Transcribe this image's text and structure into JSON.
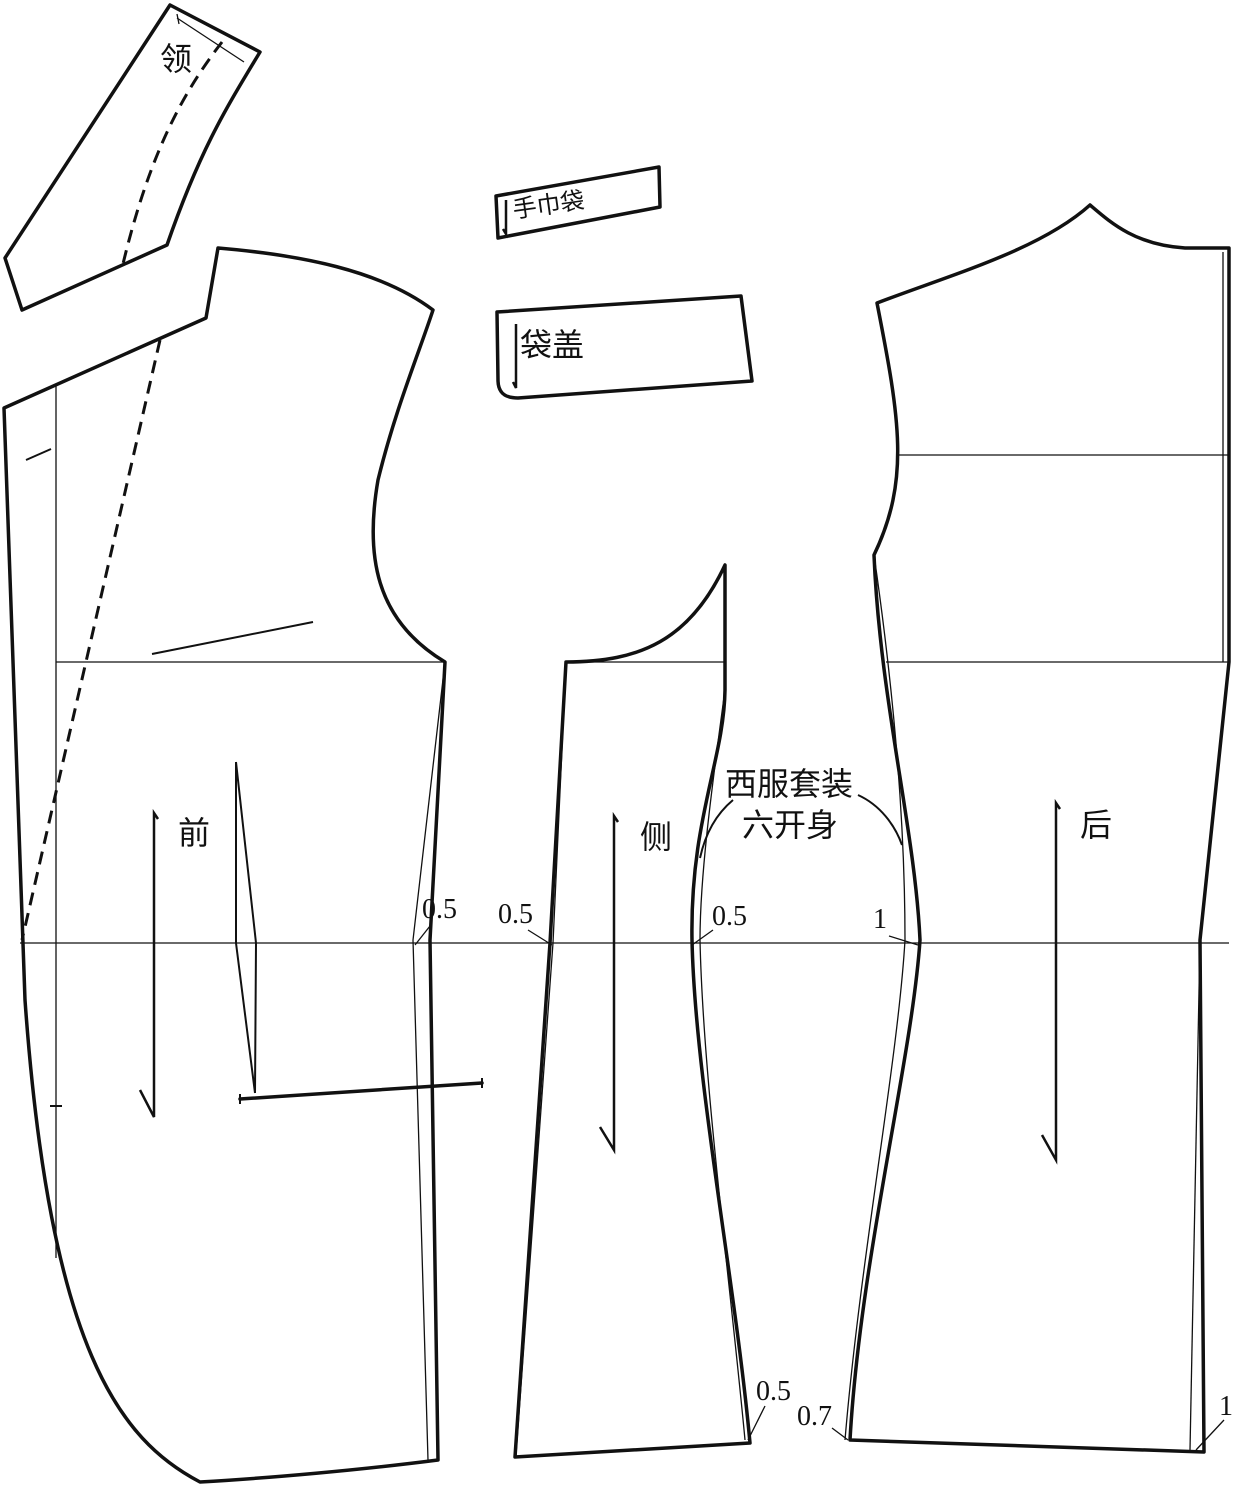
{
  "pieces": {
    "collar": "领",
    "handkerchief_pocket": "手巾袋",
    "pocket_flap": "袋盖",
    "front": "前",
    "side": "侧",
    "back": "后"
  },
  "title": {
    "line1": "西服套装",
    "line2": "六开身"
  },
  "measurements": {
    "front_waist": "0.5",
    "side_waist_left": "0.5",
    "side_waist_right": "0.5",
    "back_waist": "1",
    "side_hem": "0.5",
    "back_hem_left": "0.7",
    "back_hem_right": "1"
  }
}
